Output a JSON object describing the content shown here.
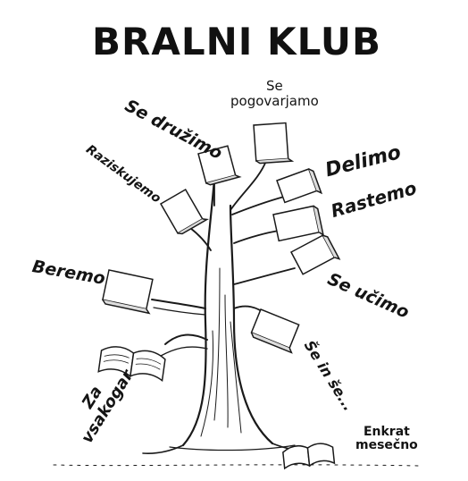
{
  "title": "BRALNI KLUB",
  "branches": {
    "se_pogovarjamo": [
      "Se",
      "pogovarjamo"
    ],
    "se_druzimo": "Se družimo",
    "raziskujemo": "Raziskujemo",
    "delimo": "Delimo",
    "rastemo": "Rastemo",
    "beremo": "Beremo",
    "se_ucimo": "Se učimo",
    "se_in_se": "Še in še...",
    "za_vsakogar": [
      "Za",
      "vsakogar"
    ],
    "enkrat_mesecno": [
      "Enkrat",
      "mesečno"
    ]
  },
  "colors": {
    "ink": "#141414",
    "paper": "#ffffff"
  },
  "icons": [
    "tree",
    "book"
  ]
}
